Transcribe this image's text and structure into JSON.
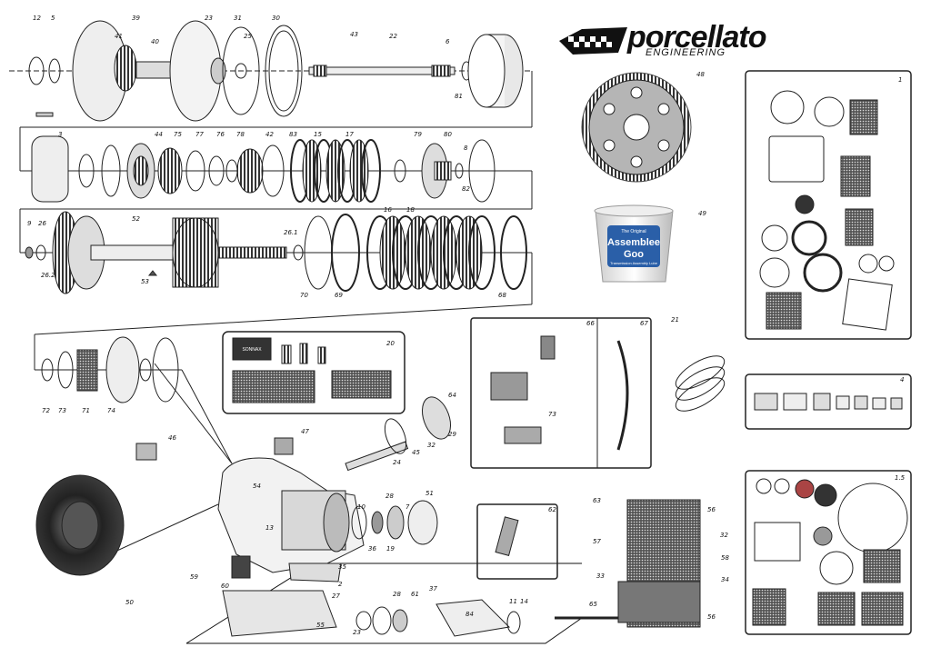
{
  "brand": {
    "name": "porcellato",
    "sub": "ENGINEERING"
  },
  "goo": {
    "line1": "The Original",
    "line2": "Assemblee",
    "line3": "Goo",
    "line4": "Transmission Assembly Lube"
  },
  "manual_label": "SONNAX",
  "labels": {
    "row1": [
      "12",
      "5",
      "39",
      "23",
      "31",
      "30",
      "43",
      "22",
      "6",
      "41",
      "40",
      "25",
      "81"
    ],
    "row2": [
      "3",
      "44",
      "75",
      "77",
      "76",
      "78",
      "42",
      "83",
      "15",
      "17",
      "79",
      "80",
      "8",
      "82"
    ],
    "row3": [
      "9",
      "26",
      "52",
      "26.1",
      "16",
      "18",
      "26.2",
      "53",
      "70",
      "69",
      "68"
    ],
    "row4": [
      "72",
      "73",
      "71",
      "74"
    ],
    "case": [
      "20",
      "64",
      "47",
      "46",
      "29",
      "45",
      "32",
      "24",
      "54",
      "10",
      "28",
      "7",
      "51",
      "13",
      "36",
      "19",
      "35",
      "2",
      "27",
      "55",
      "59",
      "60",
      "50",
      "23",
      "28",
      "61",
      "37",
      "84",
      "11",
      "14"
    ],
    "panels": [
      "66",
      "67",
      "73",
      "21",
      "62",
      "63",
      "56",
      "57",
      "32",
      "33",
      "58",
      "34",
      "65",
      "56",
      "48",
      "49",
      "1",
      "4",
      "1.5"
    ]
  }
}
